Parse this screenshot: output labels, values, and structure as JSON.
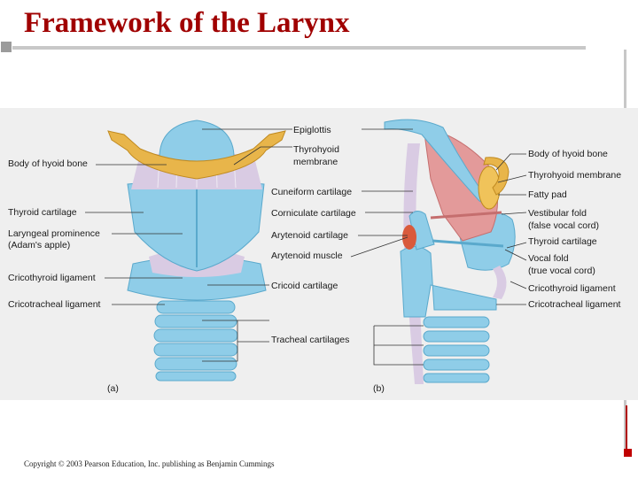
{
  "slide": {
    "title": "Framework of the Larynx",
    "copyright": "Copyright © 2003 Pearson Education, Inc. publishing as Benjamin Cummings"
  },
  "figure": {
    "panel_a": {
      "caption": "(a)",
      "labels": {
        "epiglottis": "Epiglottis",
        "thyrohyoid_membrane_1": "Thyrohyoid",
        "thyrohyoid_membrane_2": "membrane",
        "body_of_hyoid_bone": "Body of hyoid bone",
        "cuneiform_cartilage": "Cuneiform cartilage",
        "thyroid_cartilage": "Thyroid cartilage",
        "corniculate_cartilage": "Corniculate cartilage",
        "laryngeal_prominence_1": "Laryngeal prominence",
        "laryngeal_prominence_2": "(Adam's apple)",
        "arytenoid_cartilage": "Arytenoid cartilage",
        "arytenoid_muscle": "Arytenoid muscle",
        "cricothyroid_ligament": "Cricothyroid ligament",
        "cricoid_cartilage": "Cricoid cartilage",
        "cricotracheal_ligament": "Cricotracheal ligament",
        "tracheal_cartilages": "Tracheal cartilages"
      }
    },
    "panel_b": {
      "caption": "(b)",
      "labels": {
        "body_of_hyoid_bone": "Body of hyoid bone",
        "thyrohyoid_membrane": "Thyrohyoid membrane",
        "fatty_pad": "Fatty pad",
        "vestibular_fold_1": "Vestibular fold",
        "vestibular_fold_2": "(false vocal cord)",
        "thyroid_cartilage": "Thyroid cartilage",
        "vocal_fold_1": "Vocal fold",
        "vocal_fold_2": "(true vocal cord)",
        "cricothyroid_ligament": "Cricothyroid ligament",
        "cricotracheal_ligament": "Cricotracheal ligament"
      }
    }
  },
  "colors": {
    "title": "#a00000",
    "cartilage": "#8fcde8",
    "cartilage_dark": "#5aa9cc",
    "bone": "#e8b54a",
    "membrane": "#d9cbe3",
    "mucosa": "#e39a9a",
    "fat": "#f0c35a"
  }
}
